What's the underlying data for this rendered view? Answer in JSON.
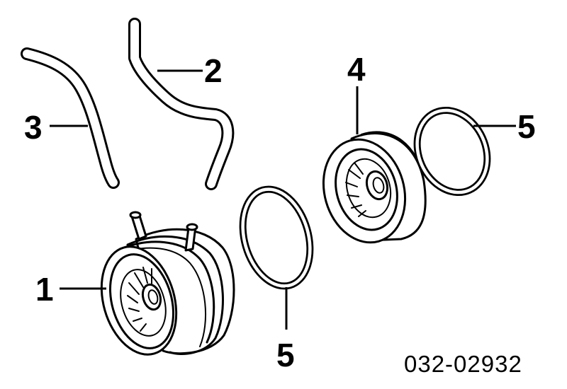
{
  "diagram": {
    "callouts": [
      {
        "id": "label-1",
        "text": "1"
      },
      {
        "id": "label-2",
        "text": "2"
      },
      {
        "id": "label-3",
        "text": "3"
      },
      {
        "id": "label-4",
        "text": "4"
      },
      {
        "id": "label-5-top",
        "text": "5"
      },
      {
        "id": "label-5-bottom",
        "text": "5"
      }
    ],
    "part_number": "032-02932"
  }
}
